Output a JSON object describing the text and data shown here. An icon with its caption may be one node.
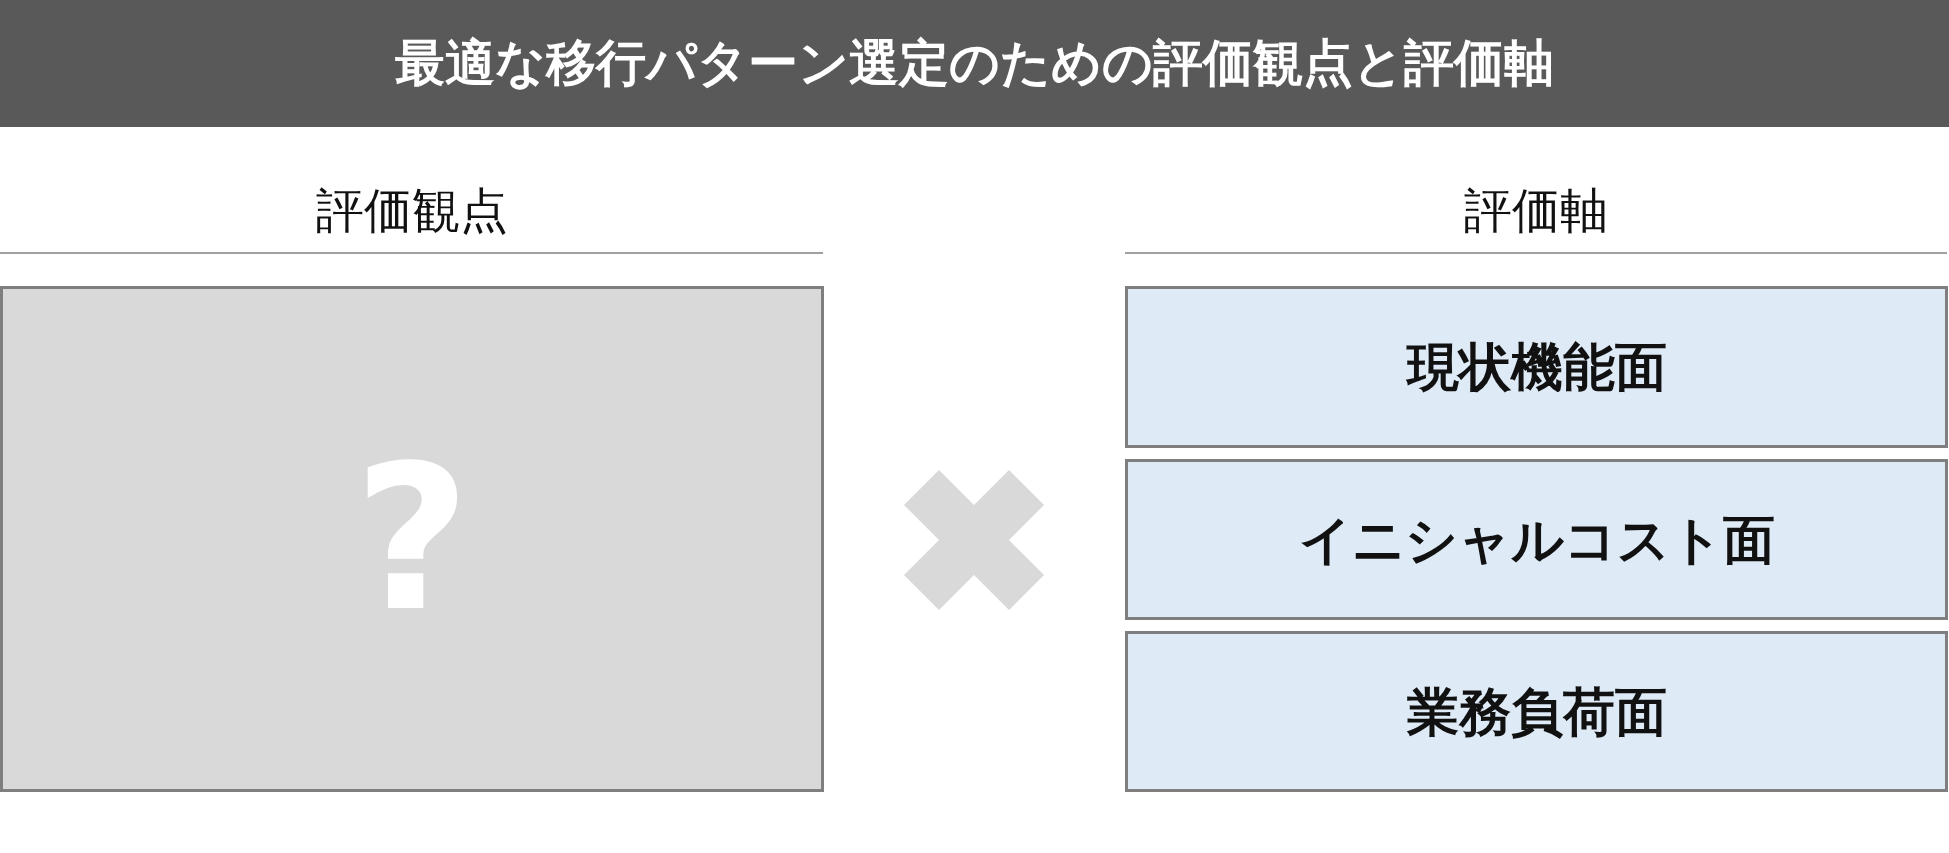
{
  "diagram": {
    "title": "最適な移行パターン選定のための評価観点と評価軸",
    "nodes": [
      {
        "text": [
          "?"
        ]
      },
      {
        "text": [
          "現状機能面"
        ]
      },
      {
        "text": [
          "イニシャルコスト面"
        ]
      },
      {
        "text": [
          "業務負荷面"
        ]
      }
    ],
    "edges": [],
    "labels": [
      "評価観点",
      "評価軸"
    ]
  }
}
